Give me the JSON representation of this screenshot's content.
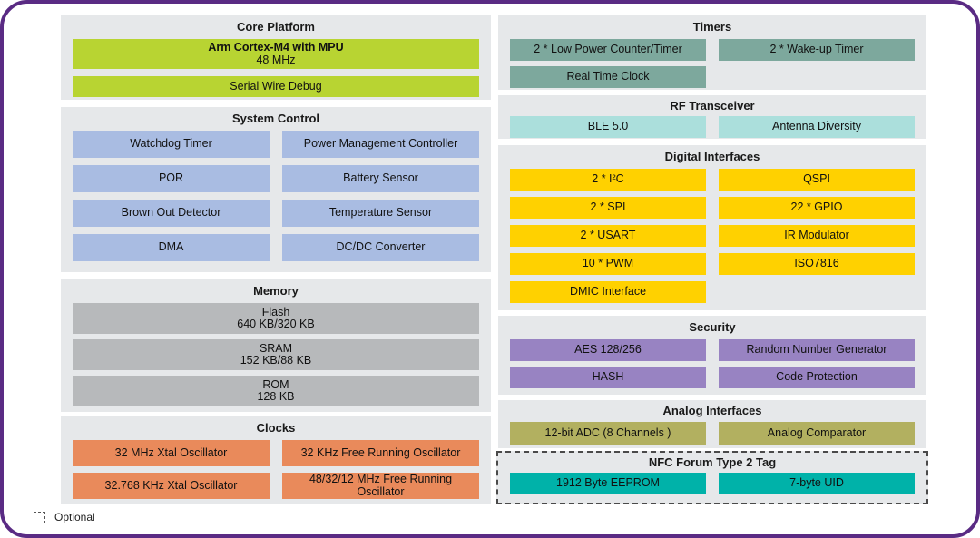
{
  "diagram": {
    "border_color": "#5a2b84",
    "section_bg": "#e6e8ea",
    "legend_label": "Optional"
  },
  "sections": {
    "core_platform": {
      "title": "Core Platform",
      "block_color": "#b8d432",
      "cpu_title": "Arm Cortex-M4 with MPU",
      "cpu_subtitle": "48 MHz",
      "debug": "Serial Wire Debug"
    },
    "system_control": {
      "title": "System Control",
      "block_color": "#a9bce2",
      "left": [
        "Watchdog Timer",
        "POR",
        "Brown Out Detector",
        "DMA"
      ],
      "right": [
        "Power Management Controller",
        "Battery Sensor",
        "Temperature Sensor",
        "DC/DC Converter"
      ]
    },
    "memory": {
      "title": "Memory",
      "block_color": "#b7b9bb",
      "blocks": [
        {
          "name": "Flash",
          "size": "640 KB/320 KB"
        },
        {
          "name": "SRAM",
          "size": "152 KB/88 KB"
        },
        {
          "name": "ROM",
          "size": "128 KB"
        }
      ]
    },
    "clocks": {
      "title": "Clocks",
      "block_color": "#e98a5b",
      "left": [
        "32 MHz Xtal Oscillator",
        "32.768 KHz Xtal Oscillator"
      ],
      "right": [
        "32 KHz Free Running Oscillator",
        "48/32/12 MHz Free Running Oscillator"
      ]
    },
    "timers": {
      "title": "Timers",
      "block_color": "#7da89d",
      "left": [
        "2 * Low Power Counter/Timer",
        "Real Time Clock"
      ],
      "right": [
        "2 * Wake-up Timer"
      ]
    },
    "rf_transceiver": {
      "title": "RF Transceiver",
      "block_color": "#abdfdc",
      "left": [
        "BLE 5.0"
      ],
      "right": [
        "Antenna Diversity"
      ]
    },
    "digital_interfaces": {
      "title": "Digital Interfaces",
      "block_color": "#ffd100",
      "left": [
        "2 * I²C",
        "2 * SPI",
        "2 * USART",
        "10 * PWM",
        "DMIC Interface"
      ],
      "right": [
        "QSPI",
        "22 * GPIO",
        "IR Modulator",
        "ISO7816"
      ]
    },
    "security": {
      "title": "Security",
      "block_color": "#9883c2",
      "left": [
        "AES 128/256",
        "HASH"
      ],
      "right": [
        "Random Number Generator",
        "Code Protection"
      ]
    },
    "analog_interfaces": {
      "title": "Analog Interfaces",
      "block_color": "#b2b060",
      "left": [
        "12-bit ADC (8 Channels )"
      ],
      "right": [
        "Analog Comparator"
      ]
    },
    "nfc_tag": {
      "title": "NFC Forum Type 2 Tag",
      "block_color": "#00b2a9",
      "left": [
        "1912 Byte EEPROM"
      ],
      "right": [
        "7-byte UID"
      ]
    }
  }
}
